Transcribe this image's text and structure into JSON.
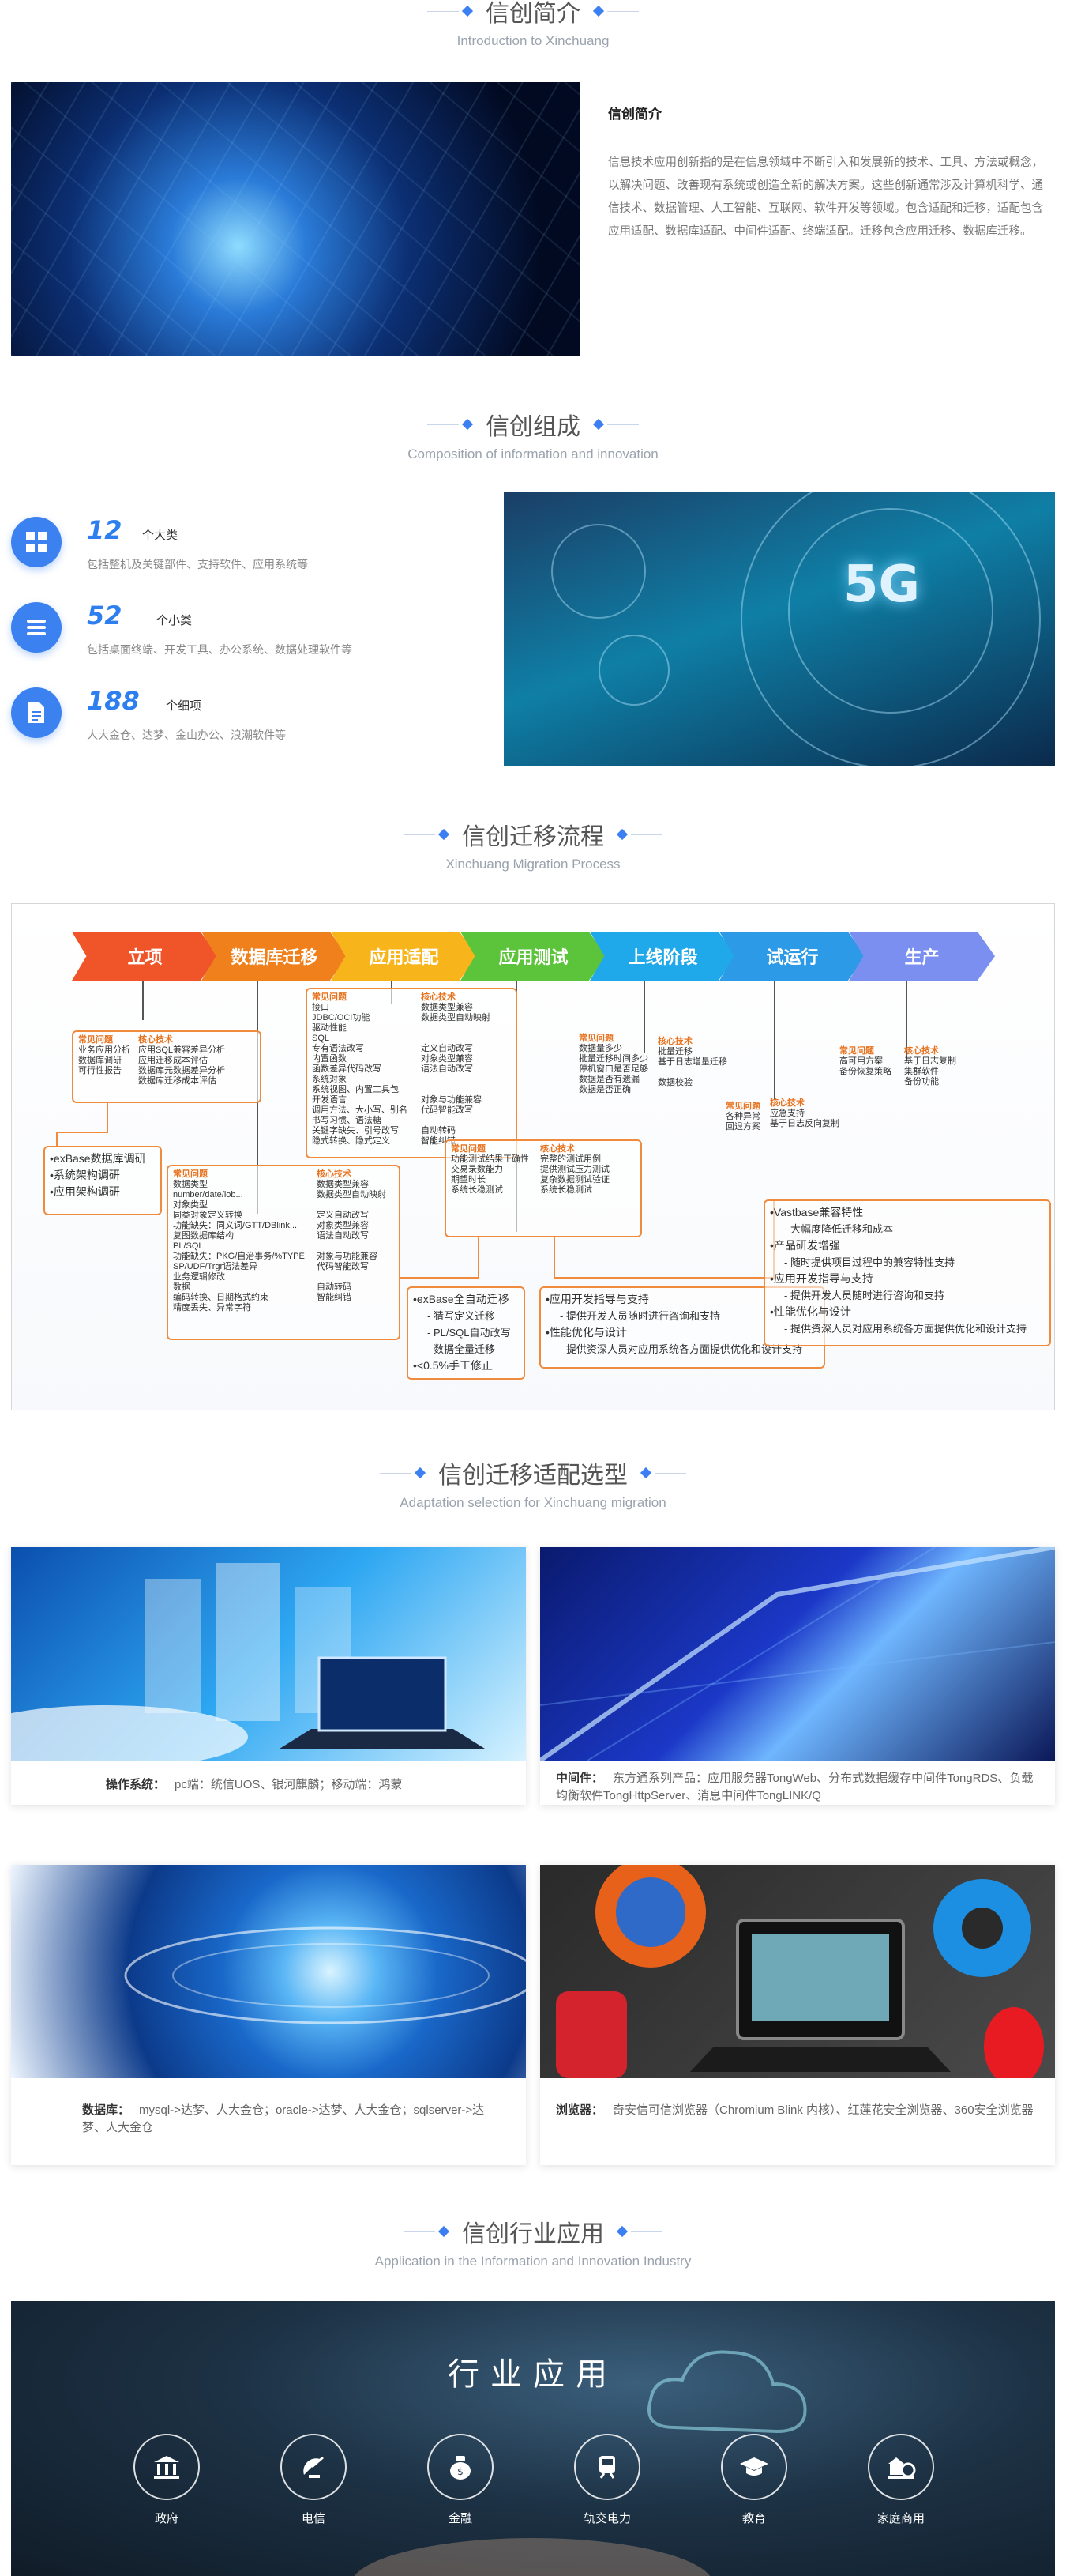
{
  "sections": {
    "intro": {
      "zh": "信创简介",
      "en": "Introduction to Xinchuang"
    },
    "composition": {
      "zh": "信创组成",
      "en": "Composition of information and innovation"
    },
    "process": {
      "zh": "信创迁移流程",
      "en": "Xinchuang Migration Process"
    },
    "selection": {
      "zh": "信创迁移适配选型",
      "en": "Adaptation selection for Xinchuang migration"
    },
    "industry": {
      "zh": "信创行业应用",
      "en": "Application in the Information and Innovation Industry"
    }
  },
  "intro": {
    "heading": "信创简介",
    "body": "信息技术应用创新指的是在信息领域中不断引入和发展新的技术、工具、方法或概念，以解决问题、改善现有系统或创造全新的解决方案。这些创新通常涉及计算机科学、通信技术、数据管理、人工智能、互联网、软件开发等领域。包含适配和迁移，适配包含应用适配、数据库适配、中间件适配、终端适配。迁移包含应用迁移、数据库迁移。"
  },
  "composition": {
    "items": [
      {
        "num": "12",
        "unit": "个大类",
        "desc": "包括整机及关键部件、支持软件、应用系统等",
        "icon": "grid-icon"
      },
      {
        "num": "52",
        "unit": "个小类",
        "desc": "包括桌面终端、开发工具、办公系统、数据处理软件等",
        "icon": "list-icon"
      },
      {
        "num": "188",
        "unit": "个细项",
        "desc": "人大金仓、达梦、金山办公、浪潮软件等",
        "icon": "document-icon"
      }
    ],
    "image_label": "5G"
  },
  "process": {
    "stages": [
      {
        "label": "立项",
        "color": "#f0552a"
      },
      {
        "label": "数据库迁移",
        "color": "#f0801c"
      },
      {
        "label": "应用适配",
        "color": "#f7b51b"
      },
      {
        "label": "应用测试",
        "color": "#5cc43a"
      },
      {
        "label": "上线阶段",
        "color": "#1fa9ea"
      },
      {
        "label": "试运行",
        "color": "#2c9ae6"
      },
      {
        "label": "生产",
        "color": "#7b8ff0"
      }
    ],
    "lixiang": {
      "q_title": "常见问题",
      "q_lines": [
        "业务应用分析",
        "数据库调研",
        "可行性报告"
      ],
      "c_title": "核心技术",
      "c_lines": [
        "应用SQL兼容差异分析",
        "应用迁移成本评估",
        "数据库元数据差异分析",
        "数据库迁移成本评估"
      ]
    },
    "research": [
      "•exBase数据库调研",
      "•系统架构调研",
      "•应用架构调研"
    ],
    "dbmig": {
      "q_title": "常见问题",
      "q_lines": [
        "数据类型",
        "number/date/lob...",
        "对象类型",
        "同类对象定义转换",
        "功能缺失：同义词/GTT/DBlink...",
        "复图数据库结构",
        "PL/SQL",
        "功能缺失：PKG/自治事务/%TYPE",
        "SP/UDF/Trgr语法差异",
        "业务逻辑修改",
        "数据",
        "编码转换、日期格式约束",
        "精度丢失、异常字符"
      ],
      "c_title": "核心技术",
      "c_lines": [
        "数据类型兼容",
        "数据类型自动映射",
        "",
        "定义自动改写",
        "对象类型兼容",
        "语法自动改写",
        "",
        "对象与功能兼容",
        "代码智能改写",
        "",
        "自动转码",
        "智能纠错"
      ]
    },
    "appfit": {
      "q_title": "常见问题",
      "q_lines": [
        "接口",
        "JDBC/OCI功能",
        "驱动性能",
        "SQL",
        "专有语法改写",
        "内置函数",
        "函数差异代码改写",
        "系统对象",
        "系统视图、内置工具包",
        "开发语言",
        "调用方法、大小写、别名",
        "书写习惯、语法糖",
        "关键字缺失、引号改写",
        "隐式转换、隐式定义"
      ],
      "c_title": "核心技术",
      "c_lines": [
        "数据类型兼容",
        "数据类型自动映射",
        "",
        "定义自动改写",
        "对象类型兼容",
        "语法自动改写",
        "",
        "对象与功能兼容",
        "代码智能改写",
        "",
        "自动转码",
        "智能纠错"
      ]
    },
    "apptest": {
      "q_title": "常见问题",
      "q_lines": [
        "功能测试结果正确性",
        "交易录数能力",
        "期望时长",
        "系统长稳测试"
      ],
      "c_title": "核心技术",
      "c_lines": [
        "完整的测试用例",
        "提供测试压力测试",
        "复杂数据测试验证",
        "系统长稳测试"
      ]
    },
    "golive": {
      "q_title": "常见问题",
      "q_lines": [
        "数据量多少",
        "批量迁移时间多少",
        "停机窗口是否足够",
        "数据是否有遗漏",
        "数据是否正确"
      ],
      "c_title": "核心技术",
      "c_lines": [
        "批量迁移",
        "基于日志增量迁移",
        "",
        "",
        "数据校验"
      ]
    },
    "trial": {
      "q_title": "常见问题",
      "q_lines": [
        "各种异常",
        "回退方案"
      ],
      "c_title": "核心技术",
      "c_lines": [
        "应急支持",
        "基于日志反向复制"
      ]
    },
    "prod": {
      "q_title": "常见问题",
      "q_lines": [
        "高可用方案",
        "备份恢复策略"
      ],
      "c_title": "核心技术",
      "c_lines": [
        "基于日志复制",
        "集群软件",
        "备份功能"
      ]
    },
    "exbase": {
      "title": "•exBase全自动迁移",
      "items": [
        "- 猜写定义迁移",
        "- PL/SQL自动改写",
        "- 数据全量迁移",
        "•<0.5%手工修正"
      ]
    },
    "devsupport": {
      "items": [
        "•应用开发指导与支持",
        "- 提供开发人员随时进行咨询和支持",
        "•性能优化与设计",
        "- 提供资深人员对应用系统各方面提供优化和设计支持"
      ]
    },
    "vastbase": {
      "items": [
        "•Vastbase兼容特性",
        "- 大幅度降低迁移和成本",
        "•产品研发增强",
        "- 随时提供项目过程中的兼容特性支持",
        "•应用开发指导与支持",
        "- 提供开发人员随时进行咨询和支持",
        "•性能优化与设计",
        "- 提供资深人员对应用系统各方面提供优化和设计支持"
      ]
    }
  },
  "selection": {
    "cards": [
      {
        "label": "操作系统：",
        "text": "pc端：统信UOS、银河麒麟；移动端：鸿蒙"
      },
      {
        "label": "中间件：",
        "text": "东方通系列产品：应用服务器TongWeb、分布式数据缓存中间件TongRDS、负载均衡软件TongHttpServer、消息中间件TongLINK/Q"
      },
      {
        "label": "数据库：",
        "text": "mysql->达梦、人大金仓；oracle->达梦、人大金仓；sqlserver->达梦、人大金仓"
      },
      {
        "label": "浏览器：",
        "text": "奇安信可信浏览器（Chromium Blink 内核）、红莲花安全浏览器、360安全浏览器"
      }
    ]
  },
  "industry": {
    "title": "行业应用",
    "items": [
      {
        "label": "政府",
        "icon": "government-icon"
      },
      {
        "label": "电信",
        "icon": "satellite-icon"
      },
      {
        "label": "金融",
        "icon": "money-bag-icon"
      },
      {
        "label": "轨交电力",
        "icon": "train-icon"
      },
      {
        "label": "教育",
        "icon": "graduation-cap-icon"
      },
      {
        "label": "家庭商用",
        "icon": "home-business-icon"
      }
    ]
  }
}
